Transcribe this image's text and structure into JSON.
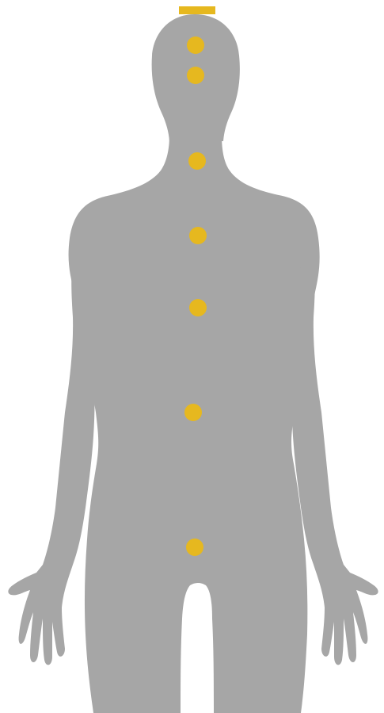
{
  "figure": {
    "background_color": "#ffffff",
    "silhouette_color": "#a6a6a6",
    "marker_color": "#e6b81f",
    "marker_count": 8,
    "markers": [
      {
        "name": "crown-bar",
        "shape": "bar"
      },
      {
        "name": "point-1",
        "shape": "circle"
      },
      {
        "name": "point-2",
        "shape": "circle"
      },
      {
        "name": "point-3",
        "shape": "circle"
      },
      {
        "name": "point-4",
        "shape": "circle"
      },
      {
        "name": "point-5",
        "shape": "circle"
      },
      {
        "name": "point-6",
        "shape": "circle"
      },
      {
        "name": "point-7",
        "shape": "circle"
      }
    ]
  }
}
